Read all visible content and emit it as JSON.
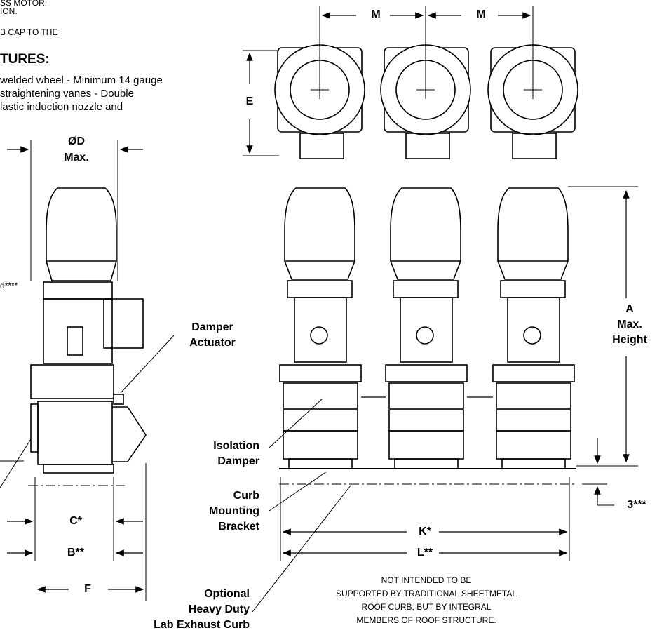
{
  "notes": {
    "line1": "SS MOTOR.",
    "line2": "ION.",
    "line3": "B CAP TO THE"
  },
  "features": {
    "title": "TURES:",
    "line1": "welded wheel - Minimum 14 gauge",
    "line2": "straightening vanes - Double",
    "line3": "lastic induction nozzle and"
  },
  "dimensions": {
    "m1": "M",
    "m2": "M",
    "e": "E",
    "d_line1": "ØD",
    "d_line2": "Max.",
    "a_line1": "A",
    "a_line2": "Max.",
    "a_line3": "Height",
    "c": "C*",
    "b": "B**",
    "f": "F",
    "k": "K*",
    "l": "L**",
    "three": "3***",
    "cut_label": "d****"
  },
  "callouts": {
    "damper_actuator_1": "Damper",
    "damper_actuator_2": "Actuator",
    "isolation_damper_1": "Isolation",
    "isolation_damper_2": "Damper",
    "curb_bracket_1": "Curb",
    "curb_bracket_2": "Mounting",
    "curb_bracket_3": "Bracket",
    "optional_curb_1": "Optional",
    "optional_curb_2": "Heavy Duty",
    "optional_curb_3": "Lab Exhaust Curb"
  },
  "disclaimer": {
    "line1": "NOT INTENDED TO BE",
    "line2": "SUPPORTED BY TRADITIONAL SHEETMETAL",
    "line3": "ROOF CURB, BUT BY INTEGRAL",
    "line4": "MEMBERS OF ROOF STRUCTURE."
  }
}
